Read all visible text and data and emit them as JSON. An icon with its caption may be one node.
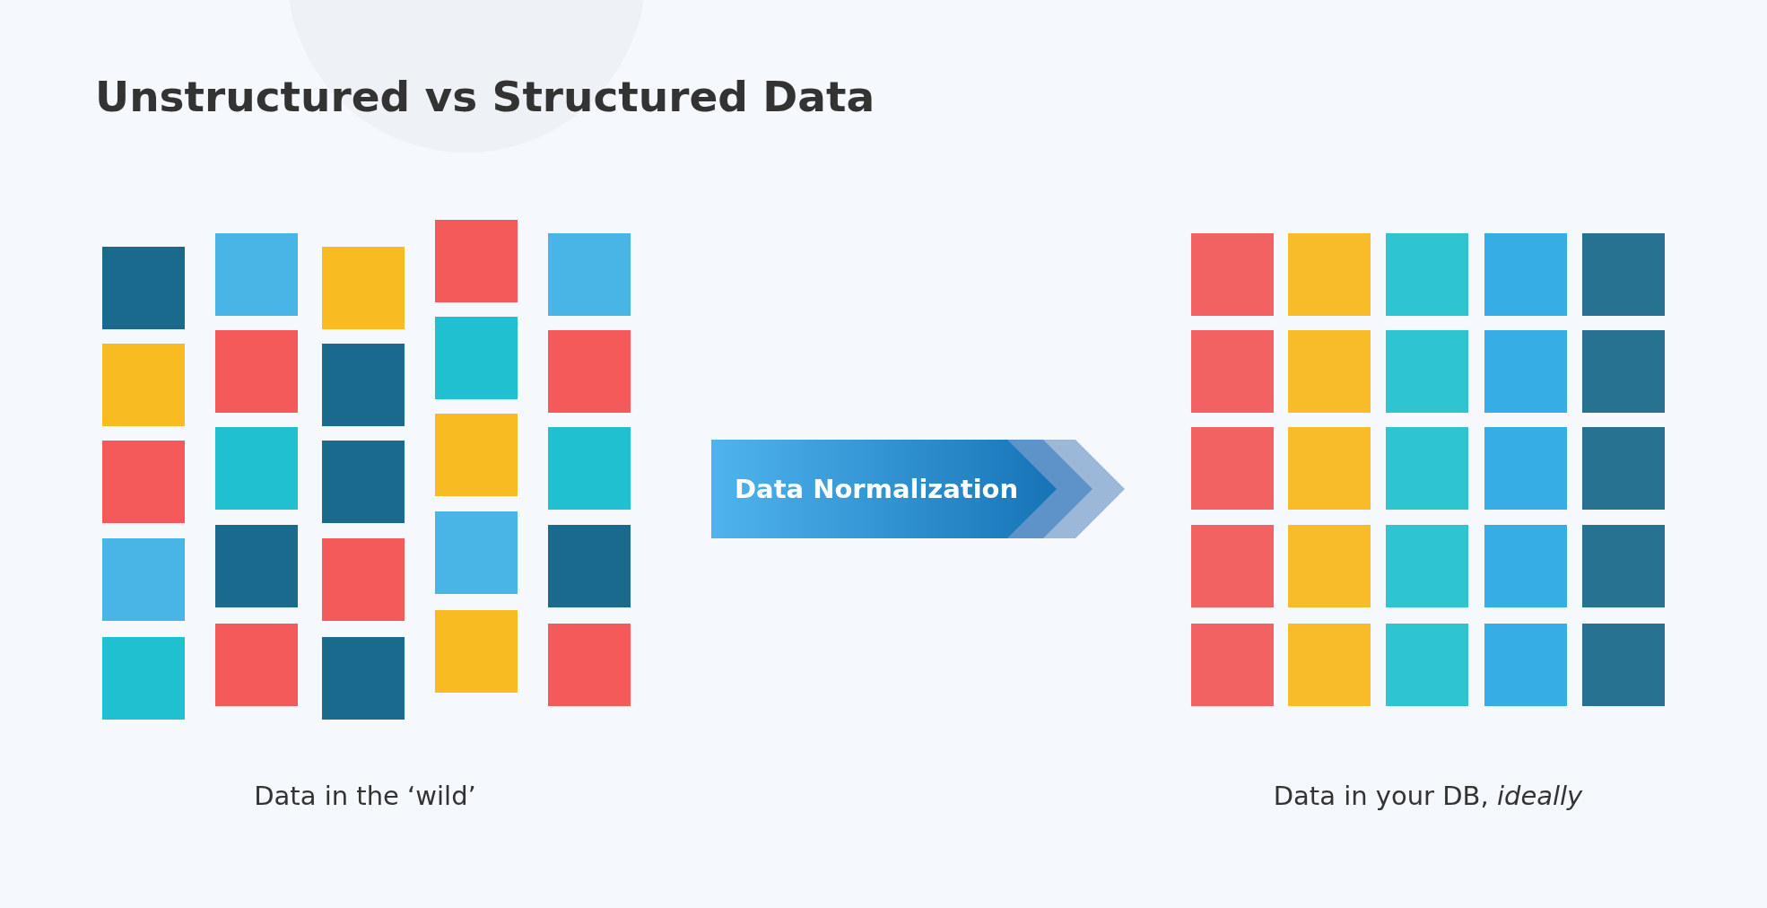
{
  "diagram": {
    "title": "Unstructured vs Structured Data",
    "nodes": [
      {
        "text": [
          "Data Normalization"
        ]
      }
    ],
    "labels": [
      "Data in the ‘wild’",
      "Data in your DB, *ideally*"
    ]
  }
}
